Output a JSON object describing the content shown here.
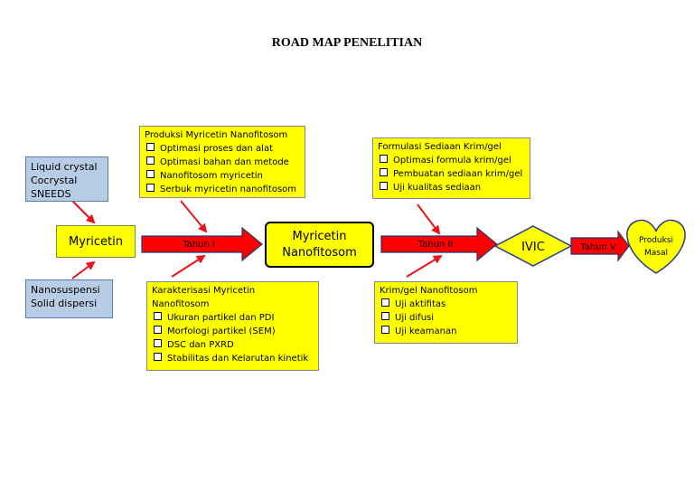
{
  "title": "ROAD MAP PENELITIAN",
  "inputs_top": [
    "Liquid crystal",
    "Cocrystal",
    "SNEEDS"
  ],
  "inputs_bottom": [
    "Nanosuspensi",
    "Solid dispersi"
  ],
  "start_node": "Myricetin",
  "mid_node": [
    "Myricetin",
    "Nanofitosom"
  ],
  "year1_top": {
    "heading": "Produksi Myricetin Nanofitosom",
    "items": [
      "Optimasi proses dan alat",
      "Optimasi bahan dan metode",
      "Nanofitosom myricetin",
      "Serbuk myricetin nanofitosom"
    ]
  },
  "year1_bottom": {
    "heading": "Karakterisasi Myricetin Nanofitosom",
    "items": [
      "Ukuran partikel dan PDI",
      "Morfologi partikel (SEM)",
      "DSC dan PXRD",
      "Stabilitas dan Kelarutan kinetik"
    ]
  },
  "year2_top": {
    "heading": "Formulasi Sediaan Krim/gel",
    "items": [
      "Optimasi formula krim/gel",
      "Pembuatan sediaan krim/gel",
      "Uji kualitas sediaan"
    ]
  },
  "year2_bottom": {
    "heading": "Krim/gel Nanofitosom",
    "items": [
      "Uji aktifitas",
      "Uji difusi",
      "Uji keamanan"
    ]
  },
  "arrows": {
    "year1": "Tahun I",
    "year2": "Tahun II",
    "year5": "Tahun V"
  },
  "ivic": "IVIC",
  "end_node": [
    "Produksi",
    "Masal"
  ],
  "colors": {
    "yellow": "#ffff00",
    "blue_box": "#b7cde6",
    "arrow_red": "#ff0000",
    "diamond_stroke": "#2b3a8c",
    "pointer_red": "#e8141c"
  }
}
